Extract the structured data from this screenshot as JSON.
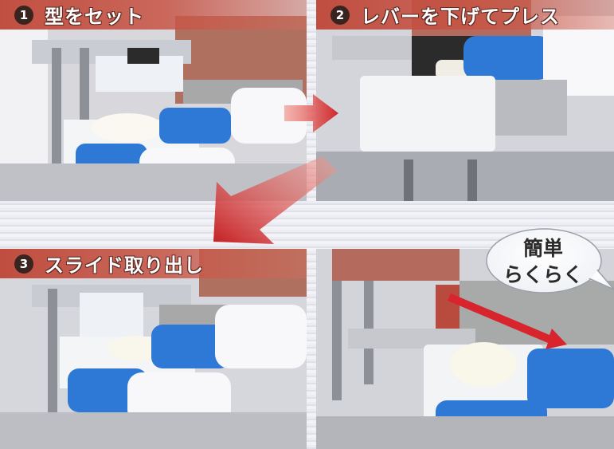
{
  "steps": [
    {
      "num": "1",
      "label": "型をセット"
    },
    {
      "num": "2",
      "label": "レバーを下げてプレス"
    },
    {
      "num": "3",
      "label": "スライド取り出し"
    }
  ],
  "bubble": {
    "line1": "簡単",
    "line2": "らくらく"
  },
  "colors": {
    "banner": "#c24a3a",
    "badge": "#3a2420",
    "arrow": "#d0262a",
    "glove": "#2f79d6"
  }
}
